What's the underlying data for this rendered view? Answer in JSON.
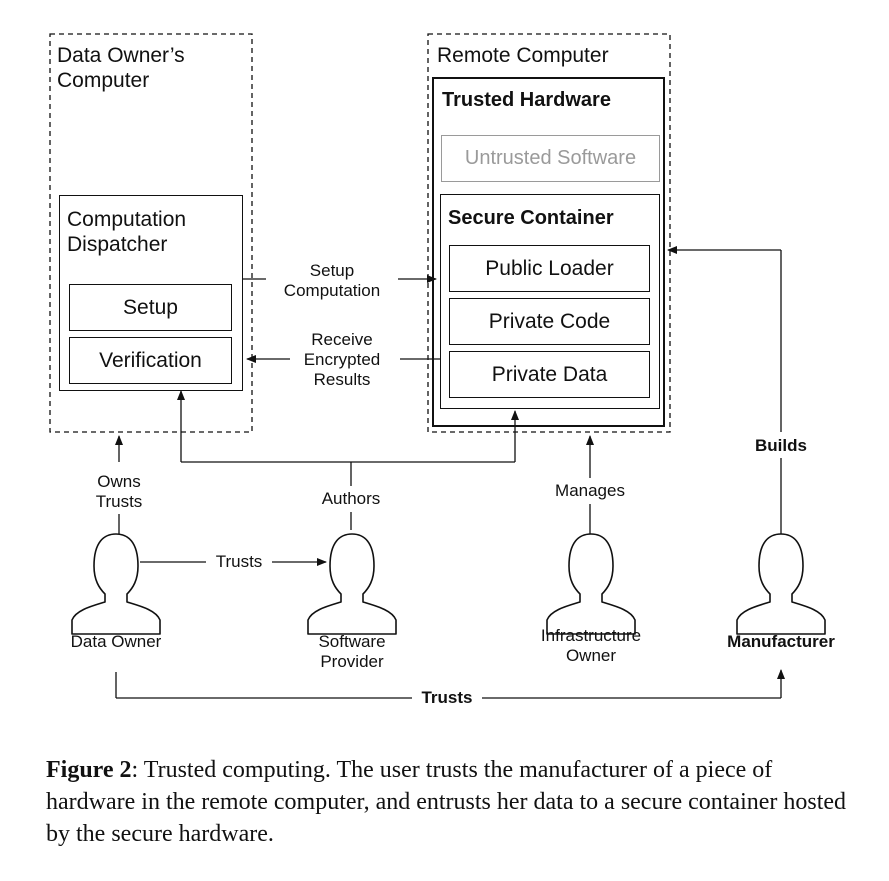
{
  "data_owner_computer": {
    "title_line1": "Data Owner’s",
    "title_line2": "Computer",
    "dispatcher_line1": "Computation",
    "dispatcher_line2": "Dispatcher",
    "setup": "Setup",
    "verification": "Verification"
  },
  "remote_computer": {
    "title": "Remote Computer",
    "trusted_hardware": "Trusted Hardware",
    "untrusted_software": "Untrusted Software",
    "secure_container": "Secure Container",
    "public_loader": "Public Loader",
    "private_code": "Private Code",
    "private_data": "Private Data"
  },
  "edges": {
    "setup_line1": "Setup",
    "setup_line2": "Computation",
    "receive_line1": "Receive",
    "receive_line2": "Encrypted",
    "receive_line3": "Results",
    "owns": "Owns",
    "trusts_owner": "Trusts",
    "authors": "Authors",
    "manages": "Manages",
    "builds": "Builds",
    "trusts_middle": "Trusts",
    "trusts_bottom": "Trusts"
  },
  "actors": {
    "data_owner": "Data Owner",
    "software_provider_line1": "Software",
    "software_provider_line2": "Provider",
    "infrastructure_owner_line1": "Infrastructure",
    "infrastructure_owner_line2": "Owner",
    "manufacturer": "Manufacturer"
  },
  "caption": {
    "label": "Figure 2",
    "text": ":  Trusted computing. The user trusts the manufacturer of a piece of hardware in the remote computer, and entrusts her data to a secure container hosted by the secure hardware."
  }
}
